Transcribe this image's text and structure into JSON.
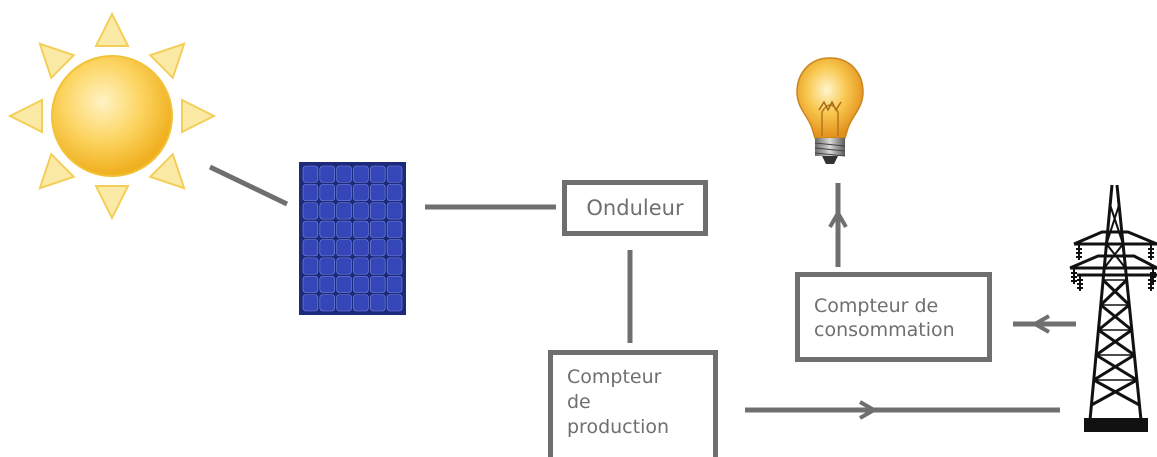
{
  "nodes": {
    "onduleur": {
      "label": "Onduleur"
    },
    "compteur_consommation": {
      "lines": [
        "Compteur de",
        "consommation"
      ]
    },
    "compteur_production": {
      "lines": [
        "Compteur",
        "de",
        "production"
      ]
    }
  },
  "icons": {
    "sun": "sun-icon",
    "solar_panel": "solar-panel-icon",
    "light_bulb": "light-bulb-icon",
    "pylon": "power-pylon-icon"
  },
  "colors": {
    "line": "#6f6f6f",
    "sun_outer": "#f6c844",
    "sun_inner": "#ffe9a0",
    "ray": "#f9e08a",
    "panel_cell": "#2f3fa8",
    "panel_frame": "#1b2a7a",
    "bulb": "#f5b63a",
    "pylon": "#111111"
  }
}
